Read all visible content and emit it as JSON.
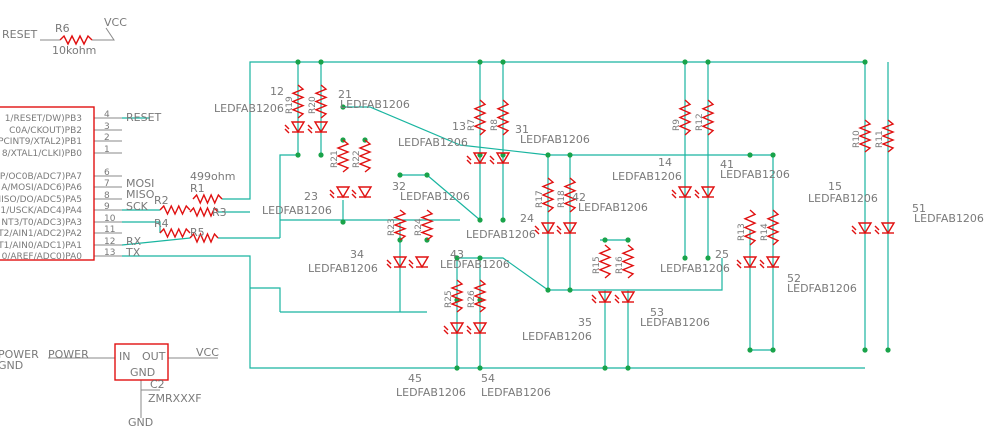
{
  "net_labels": {
    "reset_top": "RESET",
    "vcc_top": "VCC",
    "reset_pin": "RESET",
    "mosi": "MOSI",
    "miso": "MISO",
    "sck": "SCK",
    "rx": "RX",
    "tx": "TX",
    "power": "POWER",
    "power_left": "POWER",
    "gnd_left": "GND",
    "vcc_reg": "VCC",
    "gnd_bottom": "GND"
  },
  "mcu": {
    "pins_left": [
      "1/RESET/DW)PB3",
      "C0A/CKOUT)PB2",
      "PCINT9/XTAL2)PB1",
      "8/XTAL1/CLKI)PB0",
      "P/OC0B/ADC7)PA7",
      "A/MOSI/ADC6)PA6",
      "MISO/DO/ADC5)PA5",
      "1/USCK/ADC4)PA4",
      "NT3/T0/ADC3)PA3",
      "T2/AIN1/ADC2)PA2",
      "T1/AIN0/ADC1)PA1",
      "0/AREF/ADC0)PA0"
    ],
    "pin_numbers": [
      "4",
      "3",
      "2",
      "1",
      "6",
      "7",
      "8",
      "9",
      "10",
      "11",
      "12",
      "13"
    ]
  },
  "resistors": {
    "r6": "R6",
    "r6_value": "10kohm",
    "r1": "R1",
    "r1_value": "499ohm",
    "r2": "R2",
    "r3": "R3",
    "r4": "R4",
    "r5": "R5"
  },
  "regulator": {
    "in": "IN",
    "out": "OUT",
    "gnd": "GND"
  },
  "capacitor": {
    "name": "C2",
    "value": "ZMRXXXF"
  },
  "matrix_resistors": [
    "R19",
    "R20",
    "R21",
    "R22",
    "R7",
    "R8",
    "R17",
    "R18",
    "R23",
    "R24",
    "R25",
    "R26",
    "R15",
    "R16",
    "R9",
    "R12",
    "R13",
    "R14",
    "R10",
    "R11"
  ],
  "leds": [
    {
      "num": "12",
      "name": "LEDFAB1206"
    },
    {
      "num": "21",
      "name": "LEDFAB1206"
    },
    {
      "num": "13",
      "name": "LEDFAB1206"
    },
    {
      "num": "31",
      "name": "LEDFAB1206"
    },
    {
      "num": "23",
      "name": "LEDFAB1206"
    },
    {
      "num": "32",
      "name": "LEDFAB1206"
    },
    {
      "num": "24",
      "name": "LEDFAB1206"
    },
    {
      "num": "42",
      "name": "LEDFAB1206"
    },
    {
      "num": "14",
      "name": "LEDFAB1206"
    },
    {
      "num": "41",
      "name": "LEDFAB1206"
    },
    {
      "num": "15",
      "name": "LEDFAB1206"
    },
    {
      "num": "51",
      "name": "LEDFAB1206"
    },
    {
      "num": "34",
      "name": "LEDFAB1206"
    },
    {
      "num": "43",
      "name": "LEDFAB1206"
    },
    {
      "num": "25",
      "name": "LEDFAB1206"
    },
    {
      "num": "52",
      "name": "LEDFAB1206"
    },
    {
      "num": "35",
      "name": "LEDFAB1206"
    },
    {
      "num": "53",
      "name": "LEDFAB1206"
    },
    {
      "num": "45",
      "name": "LEDFAB1206"
    },
    {
      "num": "54",
      "name": "LEDFAB1206"
    }
  ],
  "colors": {
    "net": "#19b5a0",
    "part": "#e01010",
    "junction": "#19a34a",
    "label": "#7a7a7a"
  }
}
